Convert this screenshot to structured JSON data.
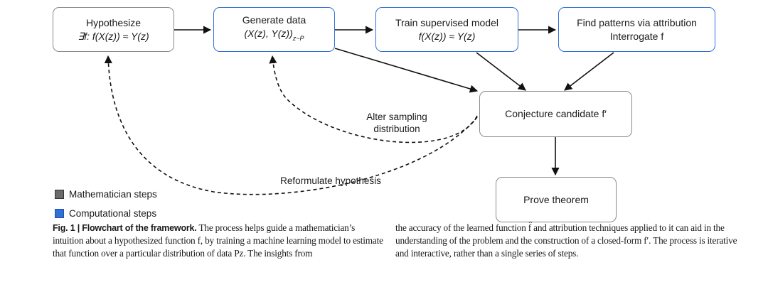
{
  "flowchart": {
    "hypothesize": {
      "title": "Hypothesize",
      "formula": "∃f: f(X(z)) ≈ Y(z)"
    },
    "generate": {
      "title": "Generate data",
      "formula": "(X(z), Y(z))",
      "subscript": "z~P"
    },
    "train": {
      "title": "Train supervised model",
      "formula": "f(X(z)) ≈ Y(z)"
    },
    "find_patterns": {
      "title": "Find patterns via attribution",
      "line2": "Interrogate f"
    },
    "conjecture": {
      "title": "Conjecture candidate f′"
    },
    "prove": {
      "title": "Prove theorem"
    },
    "alter_sampling": {
      "line1": "Alter sampling",
      "line2": "distribution"
    },
    "reformulate": "Reformulate hypothesis"
  },
  "legend": [
    {
      "label": "Mathematician steps",
      "color": "#6b6b6b"
    },
    {
      "label": "Computational steps",
      "color": "#2f6fd6"
    }
  ],
  "caption": {
    "label": "Fig. 1 | Flowchart of the framework.",
    "left_text": "The process helps guide a mathematician’s intuition about a hypothesized function f, by training a machine learning model to estimate that function over a particular distribution of data Pz. The insights from",
    "right_text": "the accuracy of the learned function f̂ and attribution techniques applied to it can aid in the understanding of the problem and the construction of a closed-form f′. The process is iterative and interactive, rather than a single series of steps."
  }
}
